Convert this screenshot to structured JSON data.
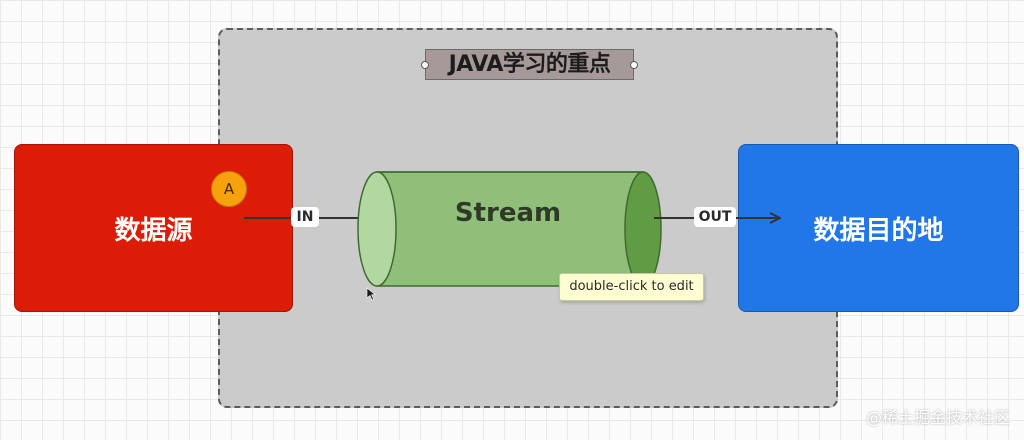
{
  "group": {
    "title": "JAVA学习的重点"
  },
  "source_box": {
    "label": "数据源",
    "badge": "A",
    "color": "#dc1c07"
  },
  "stream": {
    "label": "Stream",
    "color": "#8fbf78"
  },
  "target_box": {
    "label": "数据目的地",
    "color": "#2277e8"
  },
  "edges": {
    "in_label": "IN",
    "out_label": "OUT"
  },
  "tooltip": {
    "text": "double-click to edit"
  },
  "watermark": {
    "text": "@稀土掘金技术社区"
  }
}
